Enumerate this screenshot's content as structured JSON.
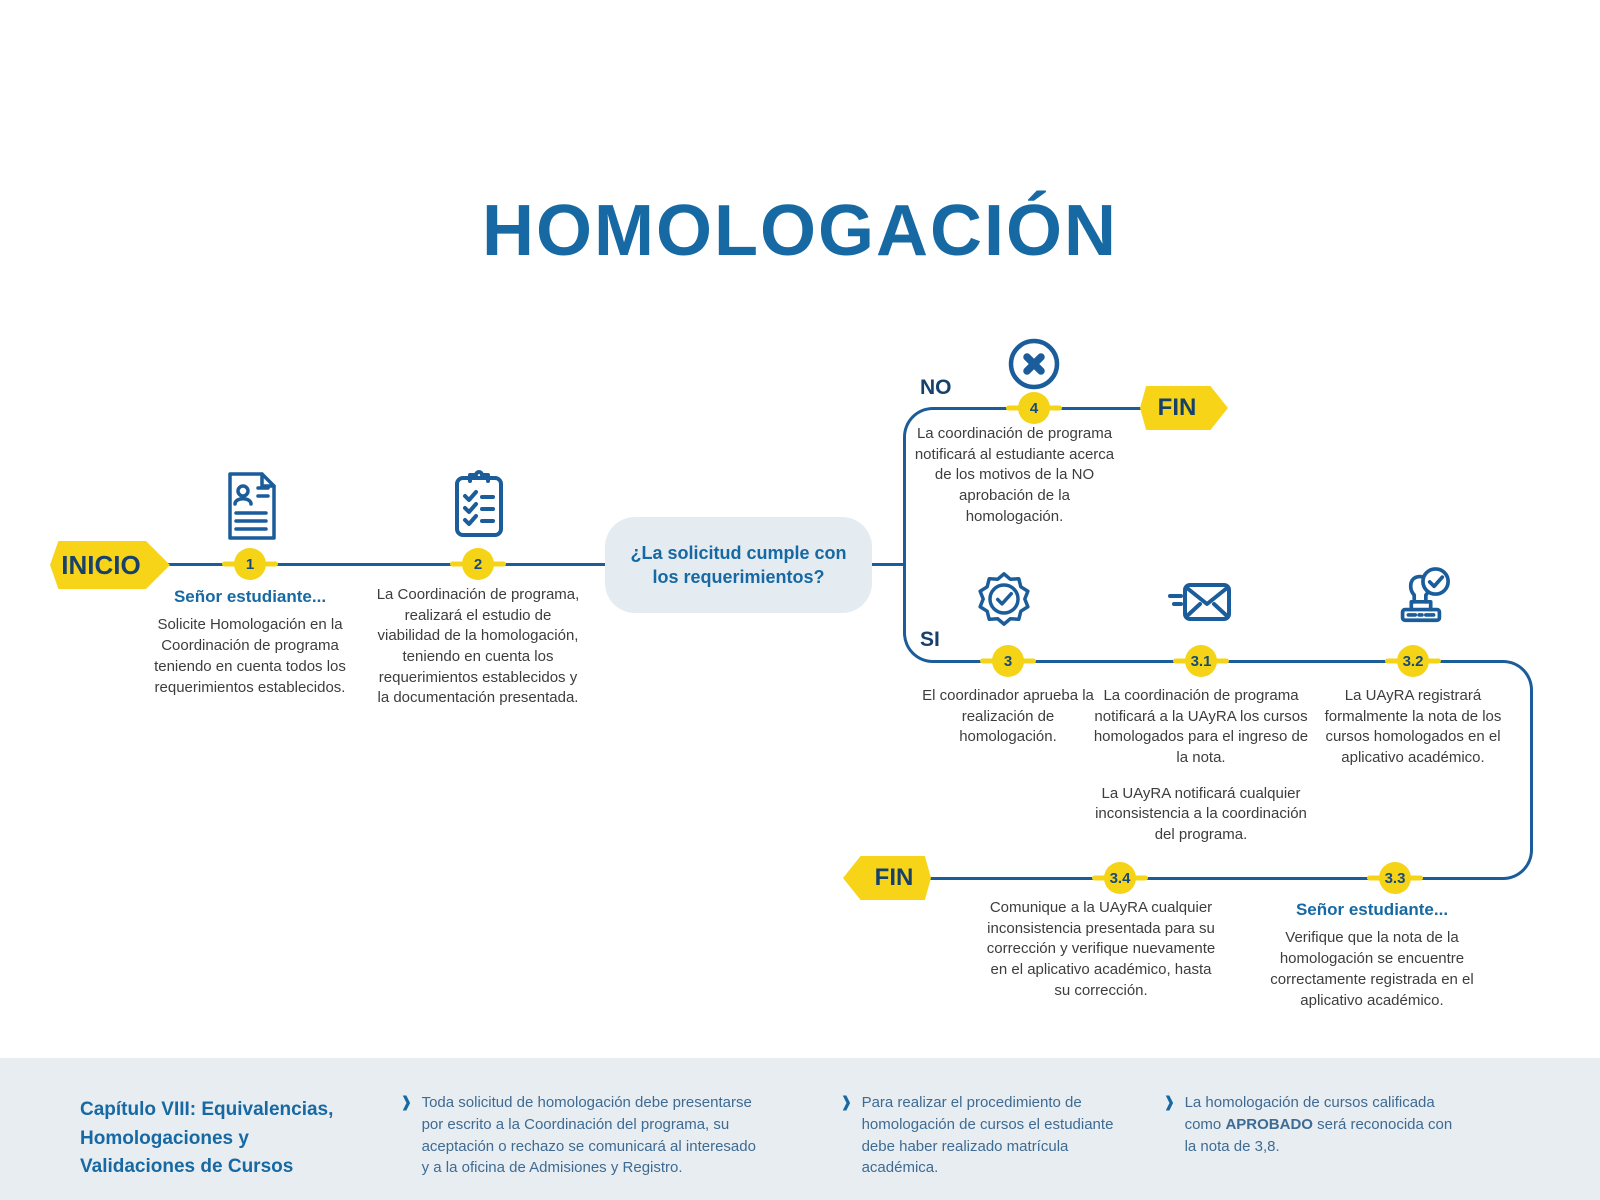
{
  "title": "HOMOLOGACIÓN",
  "flow": {
    "start_label": "INICIO",
    "end_label_top": "FIN",
    "end_label_bottom": "FIN",
    "decision_question": "¿La solicitud cumple con los requerimientos?",
    "branch_no": "NO",
    "branch_yes": "SI",
    "steps": {
      "s1": {
        "num": "1",
        "icon": "document-user-icon",
        "title": "Señor estudiante...",
        "text": "Solicite Homologación en la Coordinación de programa teniendo en cuenta todos los requerimientos establecidos."
      },
      "s2": {
        "num": "2",
        "icon": "clipboard-checklist-icon",
        "text": "La Coordinación de programa, realizará el estudio de viabilidad de la homologación, teniendo en cuenta los requerimientos establecidos y la documentación presentada."
      },
      "s4": {
        "num": "4",
        "icon": "x-circle-icon",
        "text": "La coordinación de programa notificará al estudiante acerca de los motivos de la NO aprobación de la homologación."
      },
      "s3": {
        "num": "3",
        "icon": "seal-check-icon",
        "text": "El coordinador aprueba la realización de homologación."
      },
      "s31": {
        "num": "3.1",
        "icon": "mail-send-icon",
        "text": "La coordinación de programa notificará a la UAyRA los cursos homologados para el ingreso de la nota.",
        "text2": "La UAyRA notificará cualquier inconsistencia a la coordinación del programa."
      },
      "s32": {
        "num": "3.2",
        "icon": "stamp-check-icon",
        "text": "La UAyRA registrará formalmente la nota de los cursos homologados en el aplicativo académico."
      },
      "s33": {
        "num": "3.3",
        "title": "Señor estudiante...",
        "text": "Verifique que la nota de la homologación se encuentre correctamente registrada en el aplicativo académico."
      },
      "s34": {
        "num": "3.4",
        "text": "Comunique a la UAyRA cualquier inconsistencia presentada para su corrección y verifique nuevamente en el aplicativo académico, hasta su corrección."
      }
    }
  },
  "footer": {
    "chapter": "Capítulo VIII: Equivalencias, Homologaciones y Validaciones de Cursos",
    "bullet_glyph": "❱",
    "note1": "Toda solicitud de homologación debe presentarse por escrito a la Coordinación del programa, su aceptación o rechazo se comunicará al interesado y a la oficina de Admisiones y Registro.",
    "note2": "Para realizar el procedimiento de homologación de cursos el estudiante debe haber realizado matrícula académica.",
    "note3_before": "La homologación de cursos calificada como ",
    "note3_bold": "APROBADO",
    "note3_after": " será reconocida con la nota de 3,8."
  },
  "colors": {
    "accent_blue": "#1769A3",
    "line_blue": "#1B5C9B",
    "navy_text": "#17416B",
    "flag_yellow": "#F7D417",
    "decision_bg": "#E4EBF1",
    "footer_bg": "#E8EDF1",
    "body_text": "#3D3D3D"
  }
}
